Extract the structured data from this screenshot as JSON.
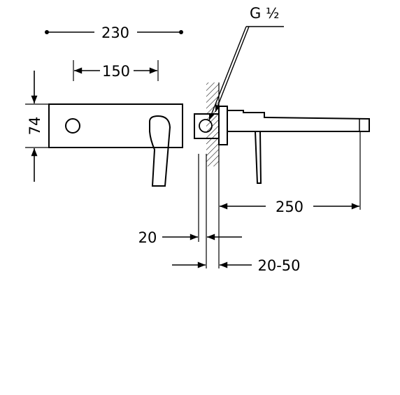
{
  "dimensions": {
    "overall_width": "230",
    "plate_width": "150",
    "plate_height": "74",
    "spout_length": "250",
    "wall_offset": "20",
    "wall_range": "20-50"
  },
  "connection": {
    "thread_letter": "G",
    "thread_size": "½",
    "thread_denominator": "2"
  },
  "colors": {
    "line": "#000000",
    "background": "#ffffff"
  }
}
